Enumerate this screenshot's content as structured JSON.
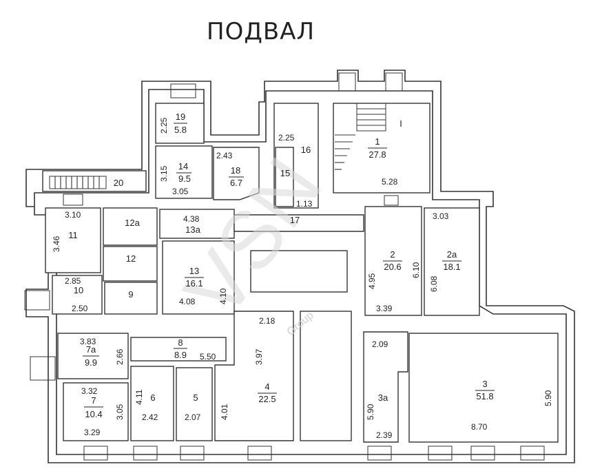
{
  "title": "ПОДВАЛ",
  "watermark": {
    "brand": "VSN",
    "sub": "Group"
  },
  "rooms": [
    {
      "id": "19",
      "num": "19",
      "area": "5.8"
    },
    {
      "id": "14",
      "num": "14",
      "area": "9.5"
    },
    {
      "id": "18",
      "num": "18",
      "area": "6.7"
    },
    {
      "id": "16",
      "num": "16",
      "area": ""
    },
    {
      "id": "15",
      "num": "15",
      "area": ""
    },
    {
      "id": "1",
      "num": "1",
      "area": "27.8"
    },
    {
      "id": "I",
      "num": "I",
      "area": ""
    },
    {
      "id": "20",
      "num": "20",
      "area": ""
    },
    {
      "id": "11",
      "num": "11",
      "area": ""
    },
    {
      "id": "12a",
      "num": "12а",
      "area": ""
    },
    {
      "id": "13a",
      "num": "13а",
      "area": ""
    },
    {
      "id": "17",
      "num": "17",
      "area": ""
    },
    {
      "id": "12",
      "num": "12",
      "area": ""
    },
    {
      "id": "13",
      "num": "13",
      "area": "16.1"
    },
    {
      "id": "2",
      "num": "2",
      "area": "20.6"
    },
    {
      "id": "2a",
      "num": "2а",
      "area": "18.1"
    },
    {
      "id": "10",
      "num": "10",
      "area": ""
    },
    {
      "id": "9",
      "num": "9",
      "area": ""
    },
    {
      "id": "8",
      "num": "8",
      "area": "8.9"
    },
    {
      "id": "7a",
      "num": "7а",
      "area": "9.9"
    },
    {
      "id": "4",
      "num": "4",
      "area": "22.5"
    },
    {
      "id": "3a",
      "num": "3а",
      "area": ""
    },
    {
      "id": "3",
      "num": "3",
      "area": "51.8"
    },
    {
      "id": "6",
      "num": "6",
      "area": ""
    },
    {
      "id": "5",
      "num": "5",
      "area": ""
    },
    {
      "id": "7",
      "num": "7",
      "area": "10.4"
    }
  ],
  "dims": [
    "2.25",
    "2.43",
    "3.15",
    "3.05",
    "2.25",
    "1.13",
    "5.28",
    "3.10",
    "3.46",
    "4.38",
    "3.03",
    "4.95",
    "6.10",
    "6.08",
    "2.85",
    "2.50",
    "4.08",
    "4.10",
    "3.39",
    "2.18",
    "3.83",
    "2.66",
    "5.50",
    "3.97",
    "2.09",
    "3.32",
    "4.11",
    "2.42",
    "2.07",
    "4.01",
    "3.05",
    "3.29",
    "5.90",
    "2.39",
    "8.70",
    "5.90"
  ]
}
